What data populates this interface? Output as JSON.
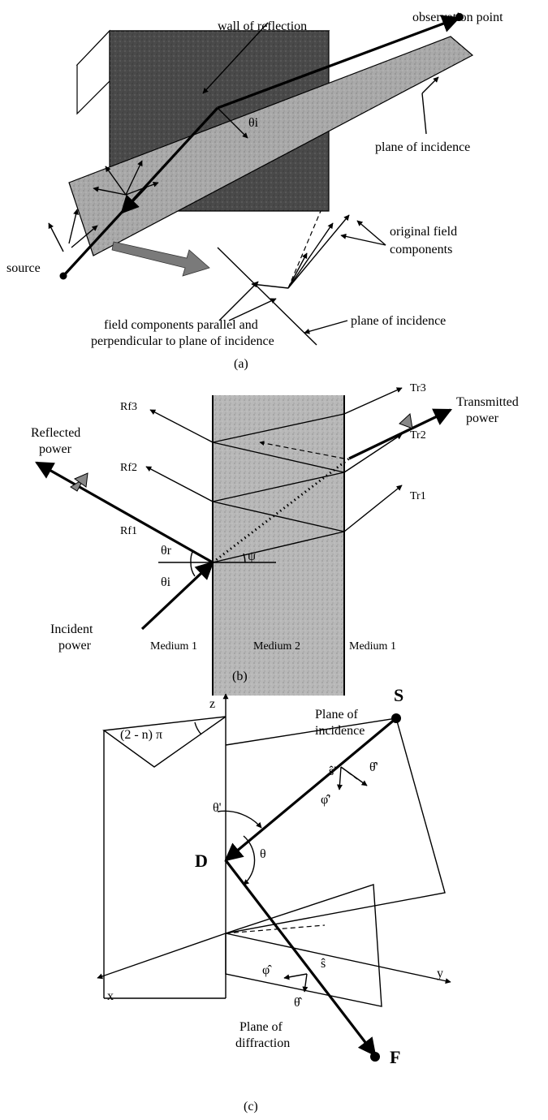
{
  "panel_a": {
    "caption": "(a)",
    "labels": {
      "observation_point": "observation point",
      "wall": "wall of reflection",
      "theta_i": "θi",
      "plane_incidence_top": "plane of incidence",
      "source": "source",
      "original_field": "original field",
      "components": "components",
      "field_parallel": "field components parallel and",
      "field_perp": "perpendicular to plane of incidence",
      "plane_incidence_bottom": "plane of incidence"
    },
    "colors": {
      "wall_front": "#4a4a4a",
      "wall_top": "#ffffff",
      "plane": "#a9a9a9"
    }
  },
  "panel_b": {
    "caption": "(b)",
    "labels": {
      "transmitted": "Transmitted",
      "power_t": "power",
      "reflected": "Reflected",
      "power_r": "power",
      "rf3": "Rf3",
      "rf2": "Rf2",
      "rf1": "Rf1",
      "tr3": "Tr3",
      "tr2": "Tr2",
      "tr1": "Tr1",
      "theta_r": "θr",
      "theta_i": "θi",
      "psi": "ψ",
      "incident": "Incident",
      "power_i": "power",
      "medium1_left": "Medium 1",
      "medium2": "Medium 2",
      "medium1_right": "Medium 1"
    },
    "colors": {
      "slab": "#b8b8b8"
    }
  },
  "panel_c": {
    "caption": "(c)",
    "labels": {
      "z": "z",
      "S": "S",
      "plane_of": "Plane of",
      "incidence": "incidence",
      "wedge_angle": "(2 - n) π",
      "s_prime": "ŝ'",
      "theta_hat_prime": "θ̂'",
      "phi_hat_prime": "φ̂'",
      "theta_prime": "θ'",
      "D": "D",
      "theta": "θ",
      "phi_hat": "φ̂",
      "s_hat": "ŝ",
      "theta_hat": "θ̂",
      "x": "x",
      "y": "y",
      "plane_of_diff": "Plane of",
      "diffraction": "diffraction",
      "F": "F"
    }
  }
}
